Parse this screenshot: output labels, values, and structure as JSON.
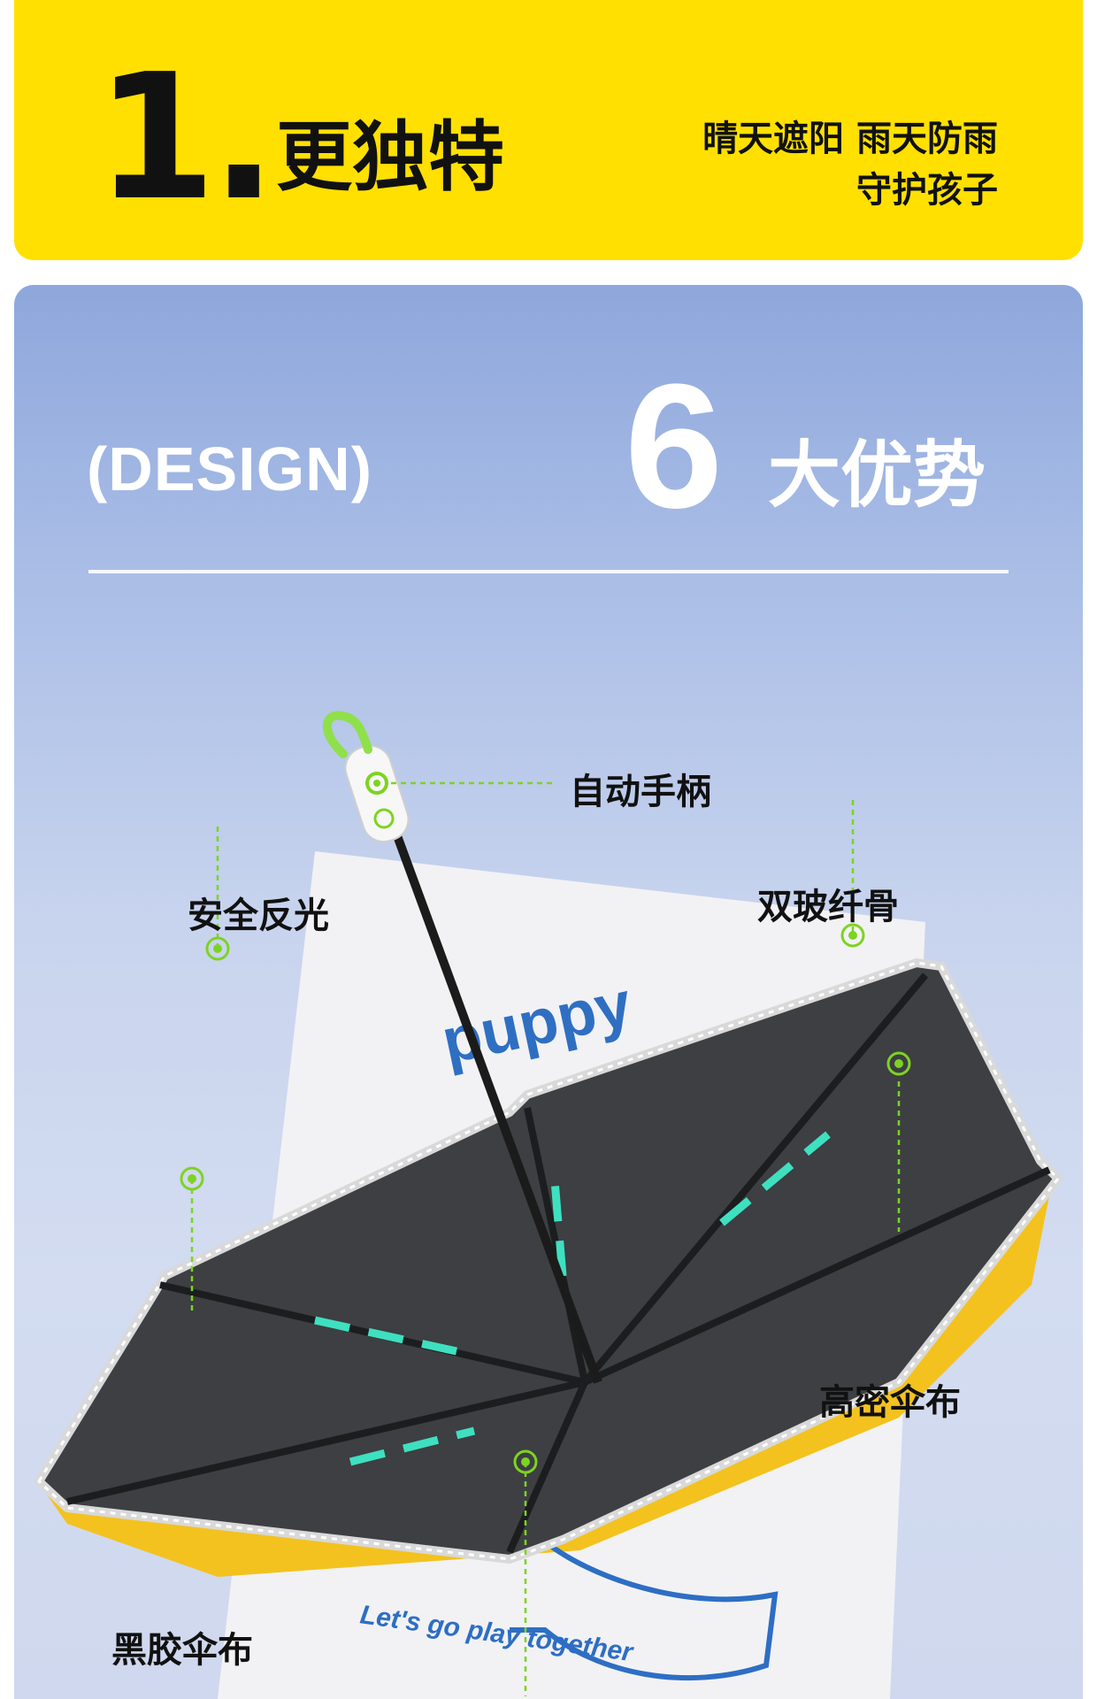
{
  "header": {
    "number": "1.",
    "title": "更独特",
    "tagline_line1": "晴天遮阳 雨天防雨",
    "tagline_line2": "守护孩子"
  },
  "panel": {
    "design_label": "(DESIGN)",
    "count": "6",
    "advantage_label": "大优势"
  },
  "features": {
    "handle": "自动手柄",
    "reflective": "安全反光",
    "ribs": "双玻纤骨",
    "fabric": "高密伞布",
    "coating": "黑胶伞布"
  },
  "umbrella": {
    "brand_text": "puppy",
    "slogan": "Let's go play together"
  },
  "colors": {
    "banner_yellow": "#ffe000",
    "callout_green": "#7ed321",
    "canopy_inner": "#3d3f42",
    "canopy_outer": "#f3c21e",
    "rib_accent": "#3ee0c0"
  }
}
